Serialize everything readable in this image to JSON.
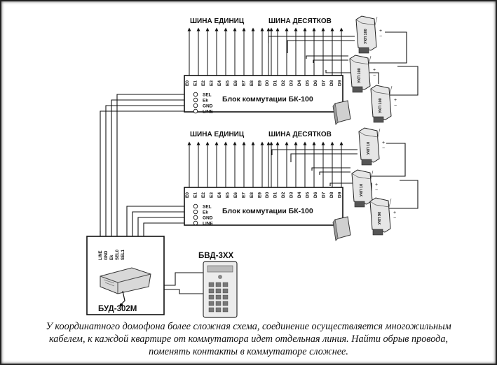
{
  "blocks": [
    {
      "bus_units": "ШИНА ЕДИНИЦ",
      "bus_tens": "ШИНА ДЕСЯТКОВ",
      "title": "Блок коммутации БК-100"
    },
    {
      "bus_units": "ШИНА ЕДИНИЦ",
      "bus_tens": "ШИНА ДЕСЯТКОВ",
      "title": "Блок коммутации БК-100"
    }
  ],
  "terminals": [
    "SEL",
    "Ek",
    "GND",
    "LINE"
  ],
  "unit_pins": [
    "E0",
    "E1",
    "E2",
    "E3",
    "E4",
    "E5",
    "E6",
    "E7",
    "E8",
    "E9"
  ],
  "tens_pins": [
    "D0",
    "D1",
    "D2",
    "D3",
    "D4",
    "D5",
    "D6",
    "D7",
    "D8",
    "D9"
  ],
  "handsets": [
    "УКП 100",
    "УКП 100",
    "УКП 100",
    "УКП 10",
    "УКП 10",
    "УКП 90"
  ],
  "power_unit": {
    "label": "БУД-302М",
    "pins": [
      "LINE",
      "GND",
      "Ek",
      "SEL0",
      "SEL1"
    ]
  },
  "call_panel": {
    "label": "БВД-3ХХ"
  },
  "caption": [
    "У координатного домофона более сложная схема, соединение осуществляется многожильным",
    "кабелем, к каждой квартире от коммутатора идет отдельная линия. Найти обрыв провода,",
    "поменять контакты в коммутаторе сложнее."
  ]
}
